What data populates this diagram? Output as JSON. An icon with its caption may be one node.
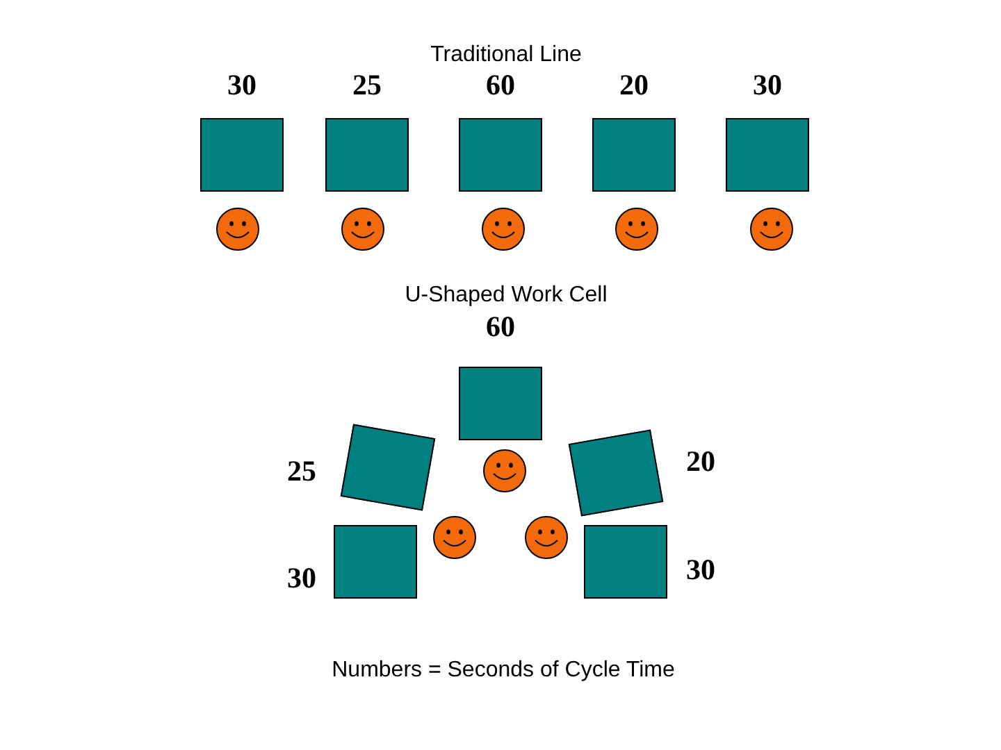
{
  "diagram": {
    "caption": "Numbers = Seconds of Cycle Time",
    "nodes": [
      {
        "text": [
          "30"
        ]
      },
      {
        "text": [
          "25"
        ]
      },
      {
        "text": [
          "60"
        ]
      },
      {
        "text": [
          "20"
        ]
      },
      {
        "text": [
          "30"
        ]
      },
      {
        "text": [
          "60"
        ]
      },
      {
        "text": [
          "25"
        ]
      },
      {
        "text": [
          "20"
        ]
      },
      {
        "text": [
          "30"
        ]
      },
      {
        "text": [
          "30"
        ]
      }
    ],
    "edges": [],
    "labels": [
      "Traditional Line",
      "U-Shaped Work Cell"
    ]
  }
}
